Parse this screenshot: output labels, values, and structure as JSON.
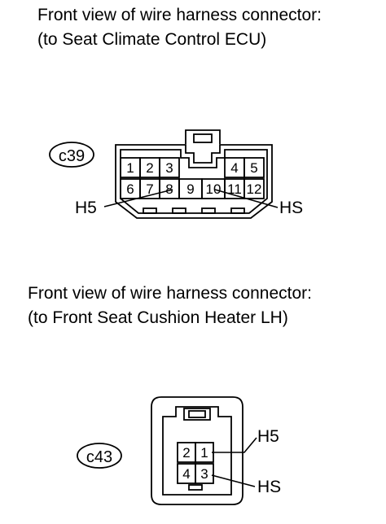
{
  "section_top": {
    "caption_line1": "Front view of wire harness connector:",
    "caption_line2": "(to Seat Climate Control ECU)",
    "connector_id": "c39",
    "pins_row1": [
      "1",
      "2",
      "3",
      "4",
      "5"
    ],
    "pins_row2": [
      "6",
      "7",
      "8",
      "9",
      "10",
      "11",
      "12"
    ],
    "label_left": "H5",
    "label_right": "HS"
  },
  "section_bottom": {
    "caption_line1": "Front view of wire harness connector:",
    "caption_line2": "(to Front Seat Cushion Heater LH)",
    "connector_id": "c43",
    "pins": [
      "2",
      "1",
      "4",
      "3"
    ],
    "label_top": "H5",
    "label_bottom": "HS"
  }
}
